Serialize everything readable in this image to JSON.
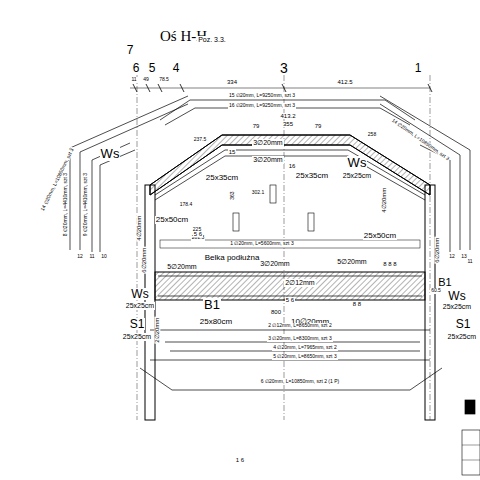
{
  "diagram": {
    "title": "Oś H-H",
    "labels": [
      "Poz. 3.3.",
      "7",
      "6",
      "5",
      "4",
      "3",
      "1",
      "11",
      "49",
      "78.5",
      "334",
      "412.5",
      "15 ∅20mm, L=9250mm, szt 3",
      "16 ∅20mm, L=9250mm, szt 3",
      "413.2",
      "355",
      "79",
      "79",
      "3∅20mm",
      "3∅20mm",
      "15",
      "16",
      "Ws",
      "Ws",
      "25x25cm",
      "25x35cm",
      "25x35cm",
      "4∅20mm",
      "4∅20mm",
      "25x50cm",
      "25x50cm",
      "1 ∅20mm, L=5600mm, szt 3",
      "Belka podłużna",
      "5∅20mm",
      "3∅20mm",
      "5∅20mm",
      "2∅12mm",
      "Ws",
      "25x25cm",
      "Ws",
      "25x25cm",
      "B1",
      "25x80cm",
      "10∅20mm",
      "800",
      "B1",
      "60.5",
      "S1",
      "25x25cm",
      "S1",
      "25x25cm",
      "2 ∅12mm, L=8650mm, szt 2",
      "3 ∅20mm, L=8300mm, szt 3",
      "4 ∅20mm, L=7965mm, szt 2",
      "5 ∅20mm, L=8650mm, szt 3",
      "6 ∅20mm, L=10850mm, szt 2 (1 P)",
      "2∅20mm",
      "6∅20mm",
      "6∅20mm",
      "14 ∅20mm, L=10850mm, szt 3",
      "14 ∅20mm, L=10850mm, szt 3",
      "8 ∅20mm, L=4410mm, szt 3",
      "9 ∅20mm, L=4410mm, szt 3",
      "12",
      "11",
      "10",
      "13",
      "12",
      "11",
      "237.5",
      "258",
      "178.4",
      "302.1",
      "363",
      "225",
      "201.3",
      "5 6",
      "5 6",
      "8 8",
      "8 8 8",
      "1 6"
    ]
  }
}
